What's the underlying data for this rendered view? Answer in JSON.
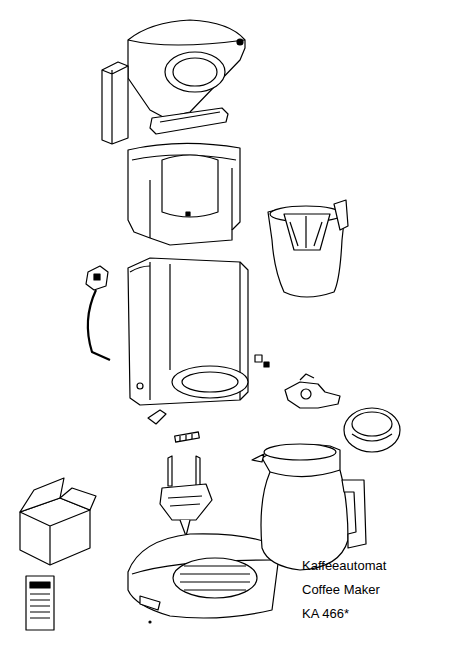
{
  "diagram": {
    "labels": [
      "Kaffeeautomat",
      "Coffee Maker",
      "KA 466*"
    ]
  }
}
